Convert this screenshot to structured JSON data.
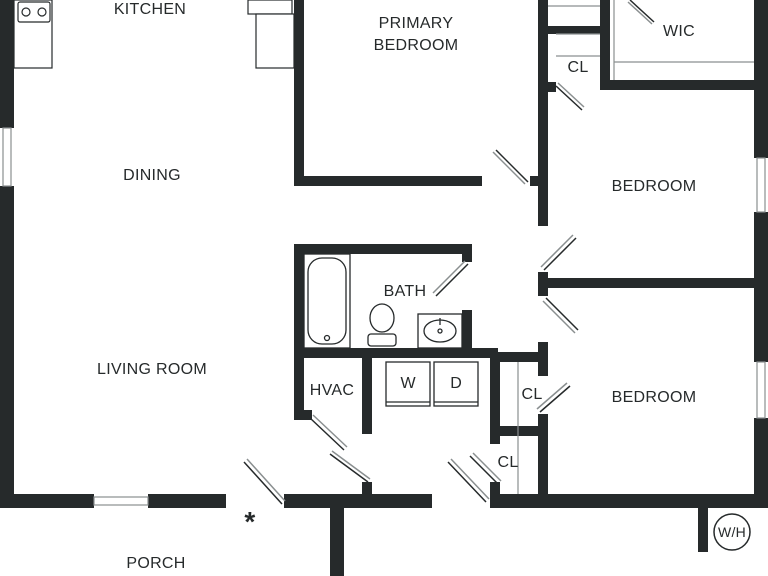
{
  "colors": {
    "wall": "#262a2b",
    "fixture": "#8a8f90",
    "background": "#ffffff"
  },
  "rooms": {
    "kitchen": "KITCHEN",
    "primary_bedroom_line1": "PRIMARY",
    "primary_bedroom_line2": "BEDROOM",
    "wic": "WIC",
    "dining": "DINING",
    "bedroom_upper": "BEDROOM",
    "bath": "BATH",
    "living_room": "LIVING ROOM",
    "hvac": "HVAC",
    "bedroom_lower": "BEDROOM",
    "porch": "PORCH"
  },
  "closets": {
    "cl_top": "CL",
    "cl_middle": "CL",
    "cl_bottom": "CL"
  },
  "appliances": {
    "washer": "W",
    "dryer": "D",
    "water_heater": "W/H"
  },
  "markers": {
    "entry_mark": "*"
  }
}
